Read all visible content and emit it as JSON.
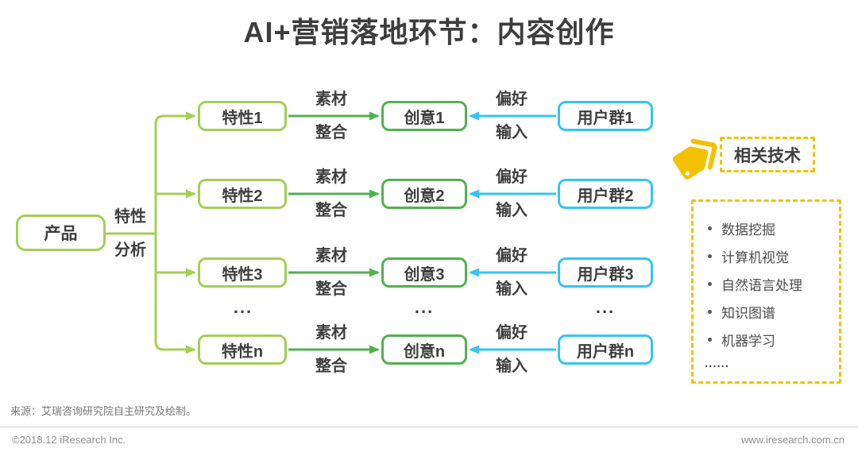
{
  "title": "AI+营销落地环节：内容创作",
  "colors": {
    "light_green": "#a5ce55",
    "green": "#52b050",
    "cyan": "#35c4f2",
    "yellow": "#f2c200",
    "text_dark": "#3e3e3e",
    "text_gray": "#8f8f8f"
  },
  "product": {
    "label": "产品"
  },
  "branch_label": {
    "line1": "特性",
    "line2": "分析"
  },
  "edges": {
    "material_line1": "素材",
    "material_line2": "整合",
    "preference_line1": "偏好",
    "preference_line2": "输入"
  },
  "rows": [
    {
      "feature": "特性1",
      "creative": "创意1",
      "user_group": "用户群1"
    },
    {
      "feature": "特性2",
      "creative": "创意2",
      "user_group": "用户群2"
    },
    {
      "feature": "特性3",
      "creative": "创意3",
      "user_group": "用户群3"
    },
    {
      "feature": "特性n",
      "creative": "创意n",
      "user_group": "用户群n"
    }
  ],
  "ellipsis_row": {
    "feature": "...",
    "creative": "...",
    "user_group": "..."
  },
  "tech_panel": {
    "icon": "tags-icon",
    "title": "相关技术",
    "items": [
      "数据挖掘",
      "计算机视觉",
      "自然语言处理",
      "知识图谱",
      "机器学习"
    ],
    "more": "......"
  },
  "source_note": "来源：艾瑞咨询研究院自主研究及绘制。",
  "footer": {
    "copyright": "©2018.12 iResearch Inc.",
    "website": "www.iresearch.com.cn"
  }
}
